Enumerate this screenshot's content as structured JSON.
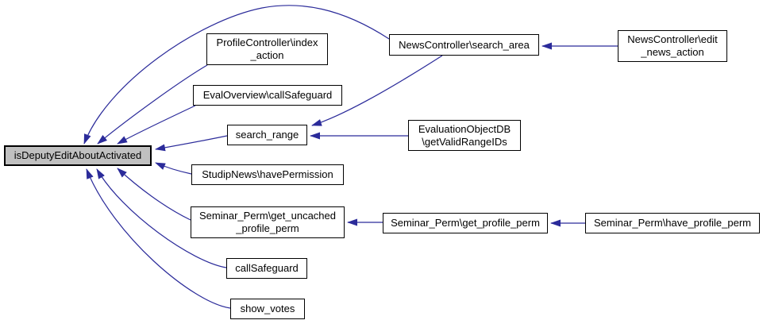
{
  "diagram_type": "function caller graph",
  "colors": {
    "edge": "#2b2b9a",
    "node_fill": "#ffffff",
    "node_border": "#000000",
    "focus_fill": "#c0c0c0",
    "text": "#000000",
    "background": "#ffffff"
  },
  "graph": {
    "focus_node": "isDeputyEditAboutActivated",
    "nodes": [
      {
        "id": "main",
        "label": "isDeputyEditAboutActivated",
        "focus": true
      },
      {
        "id": "profile-index-action",
        "label": "ProfileController\\index\n_action",
        "focus": false
      },
      {
        "id": "eval-overview-call-safeguard",
        "label": "EvalOverview\\callSafeguard",
        "focus": false
      },
      {
        "id": "news-search-area",
        "label": "NewsController\\search_area",
        "focus": false
      },
      {
        "id": "news-edit-news-action",
        "label": "NewsController\\edit\n_news_action",
        "focus": false
      },
      {
        "id": "search-range",
        "label": "search_range",
        "focus": false
      },
      {
        "id": "evaluation-object-db-get-valid-range-ids",
        "label": "EvaluationObjectDB\n\\getValidRangeIDs",
        "focus": false
      },
      {
        "id": "studip-news-have-permission",
        "label": "StudipNews\\havePermission",
        "focus": false
      },
      {
        "id": "seminar-perm-get-uncached-profile-perm",
        "label": "Seminar_Perm\\get_uncached\n_profile_perm",
        "focus": false
      },
      {
        "id": "seminar-perm-get-profile-perm",
        "label": "Seminar_Perm\\get_profile_perm",
        "focus": false
      },
      {
        "id": "seminar-perm-have-profile-perm",
        "label": "Seminar_Perm\\have_profile_perm",
        "focus": false
      },
      {
        "id": "call-safeguard",
        "label": "callSafeguard",
        "focus": false
      },
      {
        "id": "show-votes",
        "label": "show_votes",
        "focus": false
      }
    ],
    "edges": [
      {
        "from": "news-search-area",
        "to": "main"
      },
      {
        "from": "profile-index-action",
        "to": "main"
      },
      {
        "from": "eval-overview-call-safeguard",
        "to": "main"
      },
      {
        "from": "search-range",
        "to": "main"
      },
      {
        "from": "studip-news-have-permission",
        "to": "main"
      },
      {
        "from": "seminar-perm-get-uncached-profile-perm",
        "to": "main"
      },
      {
        "from": "call-safeguard",
        "to": "main"
      },
      {
        "from": "show-votes",
        "to": "main"
      },
      {
        "from": "news-edit-news-action",
        "to": "news-search-area"
      },
      {
        "from": "news-search-area",
        "to": "search-range"
      },
      {
        "from": "evaluation-object-db-get-valid-range-ids",
        "to": "search-range"
      },
      {
        "from": "seminar-perm-get-profile-perm",
        "to": "seminar-perm-get-uncached-profile-perm"
      },
      {
        "from": "seminar-perm-have-profile-perm",
        "to": "seminar-perm-get-profile-perm"
      }
    ]
  }
}
